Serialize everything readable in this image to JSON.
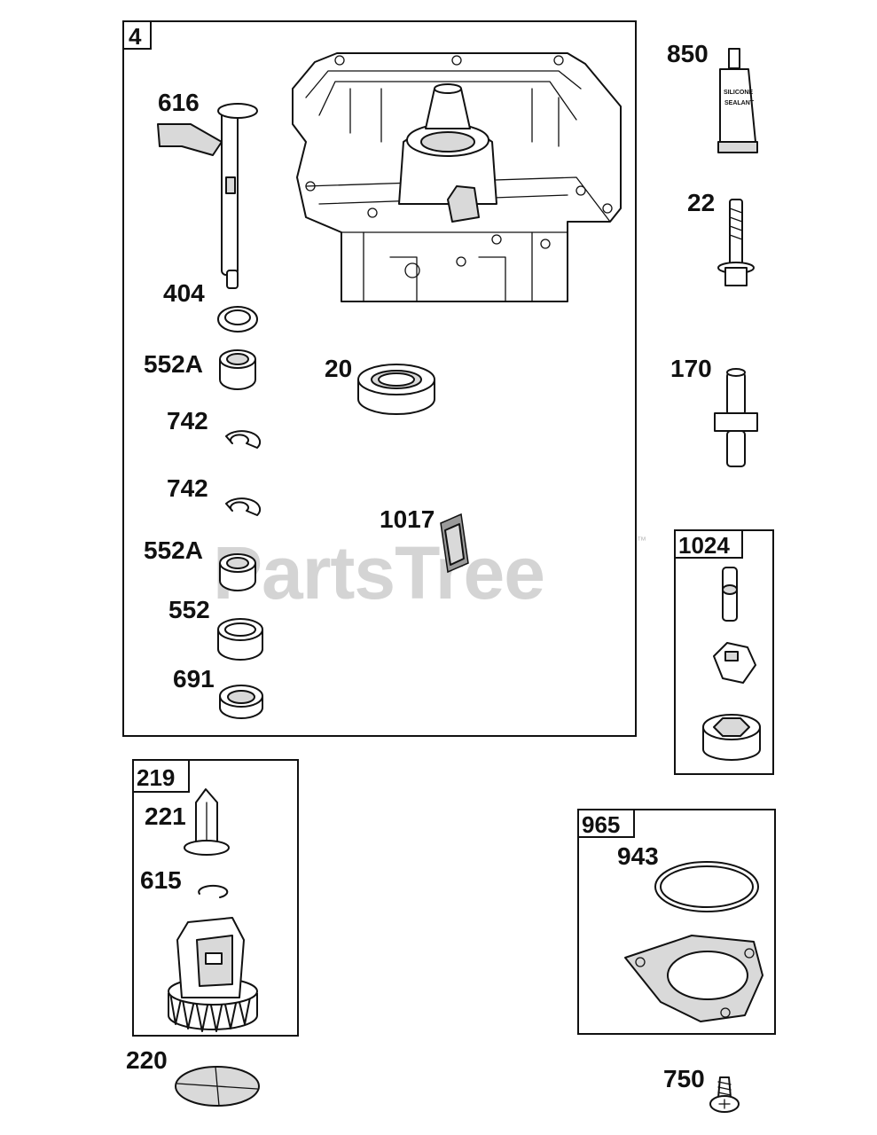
{
  "watermark": {
    "text": "PartsTree",
    "trademark": "™"
  },
  "groups": {
    "group_4": {
      "ref": "4"
    },
    "group_219": {
      "ref": "219"
    },
    "group_1024": {
      "ref": "1024"
    },
    "group_965": {
      "ref": "965"
    }
  },
  "parts": {
    "p616": "616",
    "p404": "404",
    "p552a_top": "552A",
    "p742_top": "742",
    "p742_bottom": "742",
    "p552a_bottom": "552A",
    "p552": "552",
    "p691": "691",
    "p20": "20",
    "p1017": "1017",
    "p850": "850",
    "p22": "22",
    "p170": "170",
    "p221": "221",
    "p615": "615",
    "p220": "220",
    "p943": "943",
    "p750": "750"
  },
  "sealant_tube": {
    "line1": "SILICONE",
    "line2": "SEALANT"
  }
}
